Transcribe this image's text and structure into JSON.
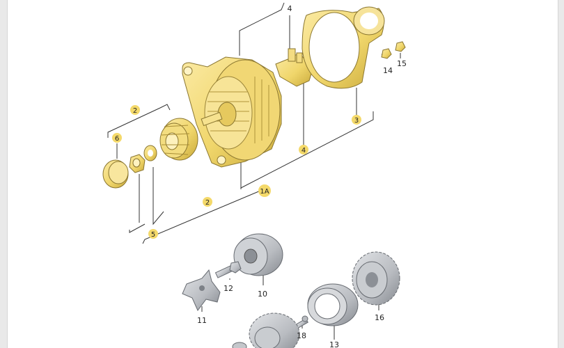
{
  "diagram": {
    "labels": {
      "p2_top": "2",
      "p6": "6",
      "p4_top": "4",
      "p4_mid": "4",
      "p3": "3",
      "p14": "14",
      "p15": "15",
      "p1a": "1A",
      "p2_mid": "2",
      "p5": "5",
      "p10": "10",
      "p12": "12",
      "p11": "11",
      "p16": "16",
      "p18": "18",
      "p13": "13"
    },
    "colors": {
      "part_yellow": "#f3dc7a",
      "part_yellow_dark": "#c9a93a",
      "part_gray": "#c4c7cb",
      "part_gray_dark": "#8c9096",
      "badge_yellow": "#f4d96a",
      "line": "#333333"
    }
  }
}
